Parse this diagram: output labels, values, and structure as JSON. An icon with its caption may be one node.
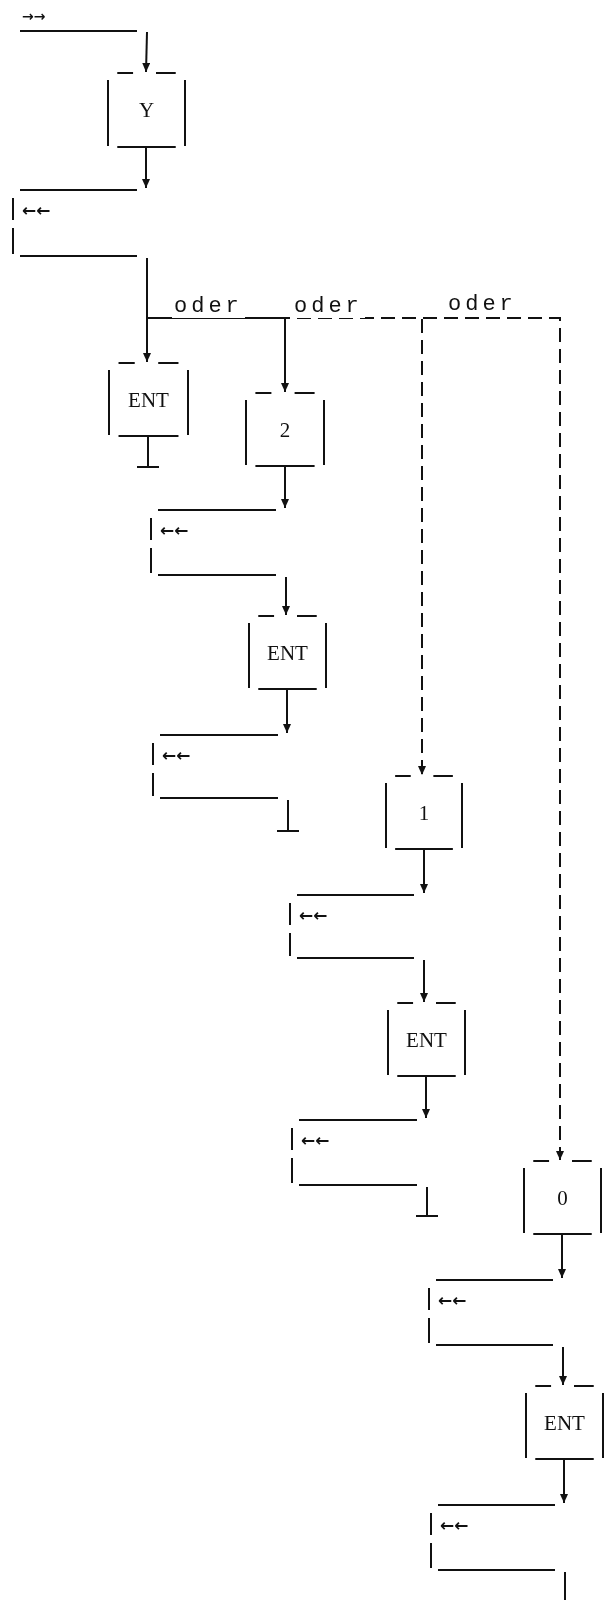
{
  "diagram": {
    "nodes": [
      {
        "text": [
          "→→"
        ]
      },
      {
        "text": [
          "Y"
        ]
      },
      {
        "text": [
          "←←"
        ]
      },
      {
        "text": [
          "ENT"
        ]
      },
      {
        "text": [
          "2"
        ]
      },
      {
        "text": [
          "←←"
        ]
      },
      {
        "text": [
          "ENT"
        ]
      },
      {
        "text": [
          "←←"
        ]
      },
      {
        "text": [
          "1"
        ]
      },
      {
        "text": [
          "←←"
        ]
      },
      {
        "text": [
          "ENT"
        ]
      },
      {
        "text": [
          "←←"
        ]
      },
      {
        "text": [
          "0"
        ]
      },
      {
        "text": [
          "←←"
        ]
      },
      {
        "text": [
          "ENT"
        ]
      },
      {
        "text": [
          "←←"
        ]
      }
    ],
    "edges": [
      {
        "from": 0,
        "to": 1,
        "arrow": "to"
      },
      {
        "from": 1,
        "to": 2,
        "arrow": "to"
      },
      {
        "from": 2,
        "to": 3,
        "arrow": "to"
      },
      {
        "from": 2,
        "to": 4,
        "arrow": "to",
        "label": "oder"
      },
      {
        "from": 2,
        "to": 8,
        "arrow": "to",
        "label": "oder",
        "style": "dashed"
      },
      {
        "from": 2,
        "to": 12,
        "arrow": "to",
        "label": "oder",
        "style": "dashed"
      },
      {
        "from": 3,
        "to": null,
        "arrow": "other"
      },
      {
        "from": 4,
        "to": 5,
        "arrow": "to"
      },
      {
        "from": 5,
        "to": 6,
        "arrow": "to"
      },
      {
        "from": 6,
        "to": 7,
        "arrow": "to"
      },
      {
        "from": 7,
        "to": null,
        "arrow": "other"
      },
      {
        "from": 8,
        "to": 9,
        "arrow": "to"
      },
      {
        "from": 9,
        "to": 10,
        "arrow": "to"
      },
      {
        "from": 10,
        "to": 11,
        "arrow": "to"
      },
      {
        "from": 11,
        "to": null,
        "arrow": "other"
      },
      {
        "from": 12,
        "to": 13,
        "arrow": "to"
      },
      {
        "from": 13,
        "to": 14,
        "arrow": "to"
      },
      {
        "from": 14,
        "to": 15,
        "arrow": "to"
      },
      {
        "from": 15,
        "to": null,
        "arrow": "none"
      }
    ]
  }
}
